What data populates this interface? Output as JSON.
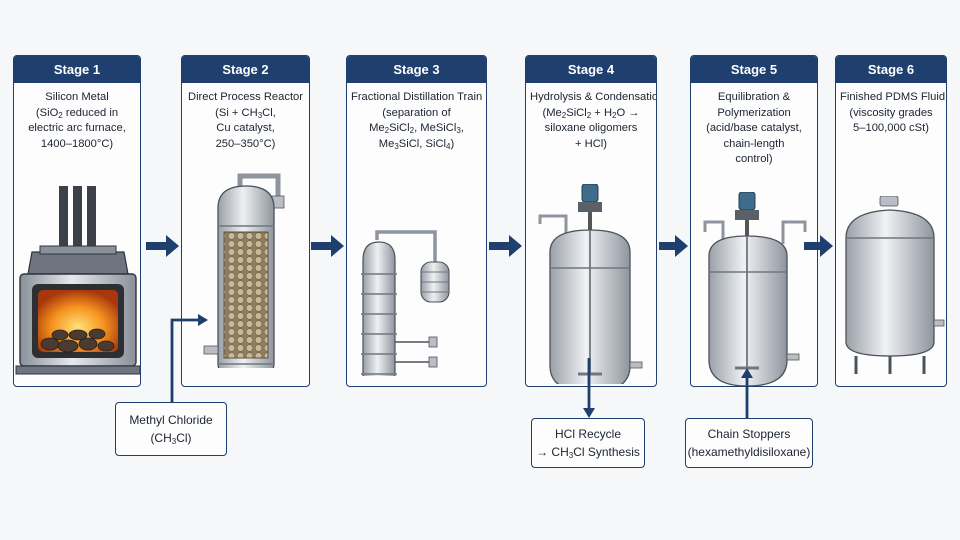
{
  "stages": [
    {
      "header": "Stage 1",
      "lines": [
        [
          {
            "t": "Silicon Metal"
          }
        ],
        [
          {
            "t": "(SiO"
          },
          {
            "s": "2"
          },
          {
            "t": " reduced in"
          }
        ],
        [
          {
            "t": "electric arc furnace,"
          }
        ],
        [
          {
            "t": "1400–1800°C)"
          }
        ]
      ]
    },
    {
      "header": "Stage 2",
      "lines": [
        [
          {
            "t": "Direct Process Reactor"
          }
        ],
        [
          {
            "t": "(Si + CH"
          },
          {
            "s": "3"
          },
          {
            "t": "Cl,"
          }
        ],
        [
          {
            "t": "Cu catalyst,"
          }
        ],
        [
          {
            "t": "250–350°C)"
          }
        ]
      ]
    },
    {
      "header": "Stage 3",
      "lines": [
        [
          {
            "t": "Fractional Distillation Train"
          }
        ],
        [
          {
            "t": "(separation of"
          }
        ],
        [
          {
            "t": "Me"
          },
          {
            "s": "2"
          },
          {
            "t": "SiCl"
          },
          {
            "s": "2"
          },
          {
            "t": ", MeSiCl"
          },
          {
            "s": "3"
          },
          {
            "t": ","
          }
        ],
        [
          {
            "t": "Me"
          },
          {
            "s": "3"
          },
          {
            "t": "SiCl, SiCl"
          },
          {
            "s": "4"
          },
          {
            "t": ")"
          }
        ]
      ]
    },
    {
      "header": "Stage 4",
      "lines": [
        [
          {
            "t": "Hydrolysis & Condensation"
          }
        ],
        [
          {
            "t": "(Me"
          },
          {
            "s": "2"
          },
          {
            "t": "SiCl"
          },
          {
            "s": "2"
          },
          {
            "t": " + H"
          },
          {
            "s": "2"
          },
          {
            "t": "O →"
          }
        ],
        [
          {
            "t": "siloxane oligomers"
          }
        ],
        [
          {
            "t": "+ HCl)"
          }
        ]
      ]
    },
    {
      "header": "Stage 5",
      "lines": [
        [
          {
            "t": "Equilibration &"
          }
        ],
        [
          {
            "t": "Polymerization"
          }
        ],
        [
          {
            "t": "(acid/base catalyst,"
          }
        ],
        [
          {
            "t": "chain-length"
          }
        ],
        [
          {
            "t": "control)"
          }
        ]
      ]
    },
    {
      "header": "Stage 6",
      "lines": [
        [
          {
            "t": "Finished PDMS Fluid"
          }
        ],
        [
          {
            "t": "(viscosity grades"
          }
        ],
        [
          {
            "t": "5–100,000 cSt)"
          }
        ]
      ]
    }
  ],
  "inputs": [
    {
      "lines": [
        [
          {
            "t": "Methyl Chloride"
          }
        ],
        [
          {
            "t": "(CH"
          },
          {
            "s": "3"
          },
          {
            "t": "Cl)"
          }
        ]
      ]
    },
    {
      "lines": [
        [
          {
            "t": "HCl Recycle"
          }
        ],
        [
          {
            "t": "→ CH"
          },
          {
            "s": "3"
          },
          {
            "t": "Cl Synthesis"
          }
        ]
      ]
    },
    {
      "lines": [
        [
          {
            "t": "Chain Stoppers"
          }
        ],
        [
          {
            "t": "(hexamethyldisiloxane)"
          }
        ]
      ]
    }
  ],
  "colors": {
    "navy": "#1f3f6e",
    "steel_light": "#e3e6ea",
    "steel_mid": "#b9bec5",
    "steel_dark": "#6f7680",
    "fire": "#f08a1c",
    "motor": "#3e6c8a"
  },
  "icons": [
    "arc-furnace-icon",
    "direct-reactor-icon",
    "distillation-train-icon",
    "hydrolysis-vessel-icon",
    "polymerization-vessel-icon",
    "storage-tank-icon"
  ]
}
